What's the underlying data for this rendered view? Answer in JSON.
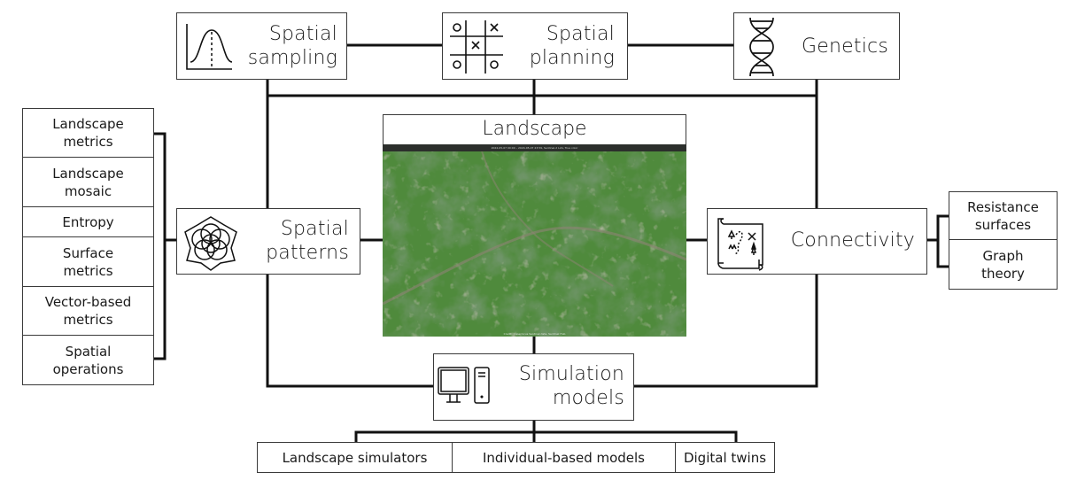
{
  "diagram": {
    "center": {
      "label": "Landscape",
      "image": "satellite-landscape-image",
      "image_header": "2024-05-07 00:00 – 2024-05-07 23:59, Sentinel-2 L2A, True color",
      "image_credit": "Credit: Copernicus Sentinel data, Sentinel Hub"
    },
    "top": [
      {
        "label_lines": [
          "Spatial",
          "sampling"
        ],
        "icon": "bell-curve-icon"
      },
      {
        "label_lines": [
          "Spatial",
          "planning"
        ],
        "icon": "tic-tac-toe-icon"
      },
      {
        "label_lines": [
          "Genetics"
        ],
        "icon": "dna-icon"
      }
    ],
    "left": {
      "label_lines": [
        "Spatial",
        "patterns"
      ],
      "icon": "flower-pattern-icon",
      "children": [
        "Landscape metrics",
        "Landscape mosaic",
        "Entropy",
        "Surface metrics",
        "Vector-based metrics",
        "Spatial operations"
      ],
      "children_lines": [
        [
          "Landscape",
          "metrics"
        ],
        [
          "Landscape",
          "mosaic"
        ],
        [
          "Entropy"
        ],
        [
          "Surface",
          "metrics"
        ],
        [
          "Vector-based",
          "metrics"
        ],
        [
          "Spatial",
          "operations"
        ]
      ]
    },
    "right": {
      "label_lines": [
        "Connectivity"
      ],
      "icon": "treasure-map-icon",
      "children_lines": [
        [
          "Resistance",
          "surfaces"
        ],
        [
          "Graph",
          "theory"
        ]
      ]
    },
    "bottom": {
      "label_lines": [
        "Simulation",
        "models"
      ],
      "icon": "computer-icon",
      "children": [
        "Landscape simulators",
        "Individual-based models",
        "Digital twins"
      ]
    }
  }
}
